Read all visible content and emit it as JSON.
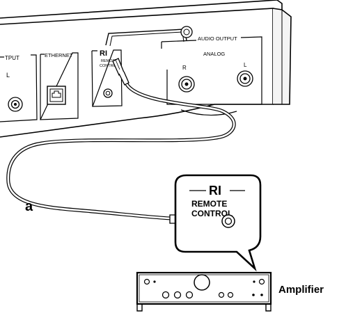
{
  "device_panel": {
    "output_partial": "TPUT",
    "l_partial": "L",
    "ethernet": "ETHERNET",
    "ri_logo": "RI",
    "remote_control_line1": "REMOTE",
    "remote_control_line2": "CONTROL",
    "audio_output": "AUDIO OUTPUT",
    "analog": "ANALOG",
    "channel_r": "R",
    "channel_l": "L"
  },
  "cable_label": "a",
  "callout": {
    "ri_logo": "RI",
    "remote_line1": "REMOTE",
    "remote_line2": "CONTROL"
  },
  "amplifier_label": "Amplifier"
}
